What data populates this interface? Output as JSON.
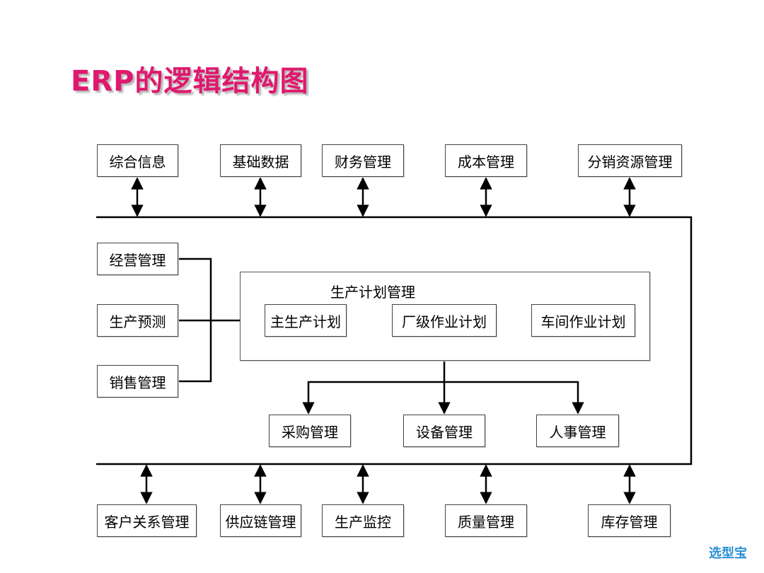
{
  "title": "ERP的逻辑结构图",
  "top_modules": [
    "综合信息",
    "基础数据",
    "财务管理",
    "成本管理",
    "分销资源管理"
  ],
  "input_modules": [
    "经营管理",
    "生产预测",
    "销售管理"
  ],
  "plan_group": {
    "label": "生产计划管理",
    "items": [
      "主生产计划",
      "厂级作业计划",
      "车间作业计划"
    ]
  },
  "downstream_modules": [
    "采购管理",
    "设备管理",
    "人事管理"
  ],
  "bottom_modules": [
    "客户关系管理",
    "供应链管理",
    "生产监控",
    "质量管理",
    "库存管理"
  ],
  "watermark": "选型宝"
}
